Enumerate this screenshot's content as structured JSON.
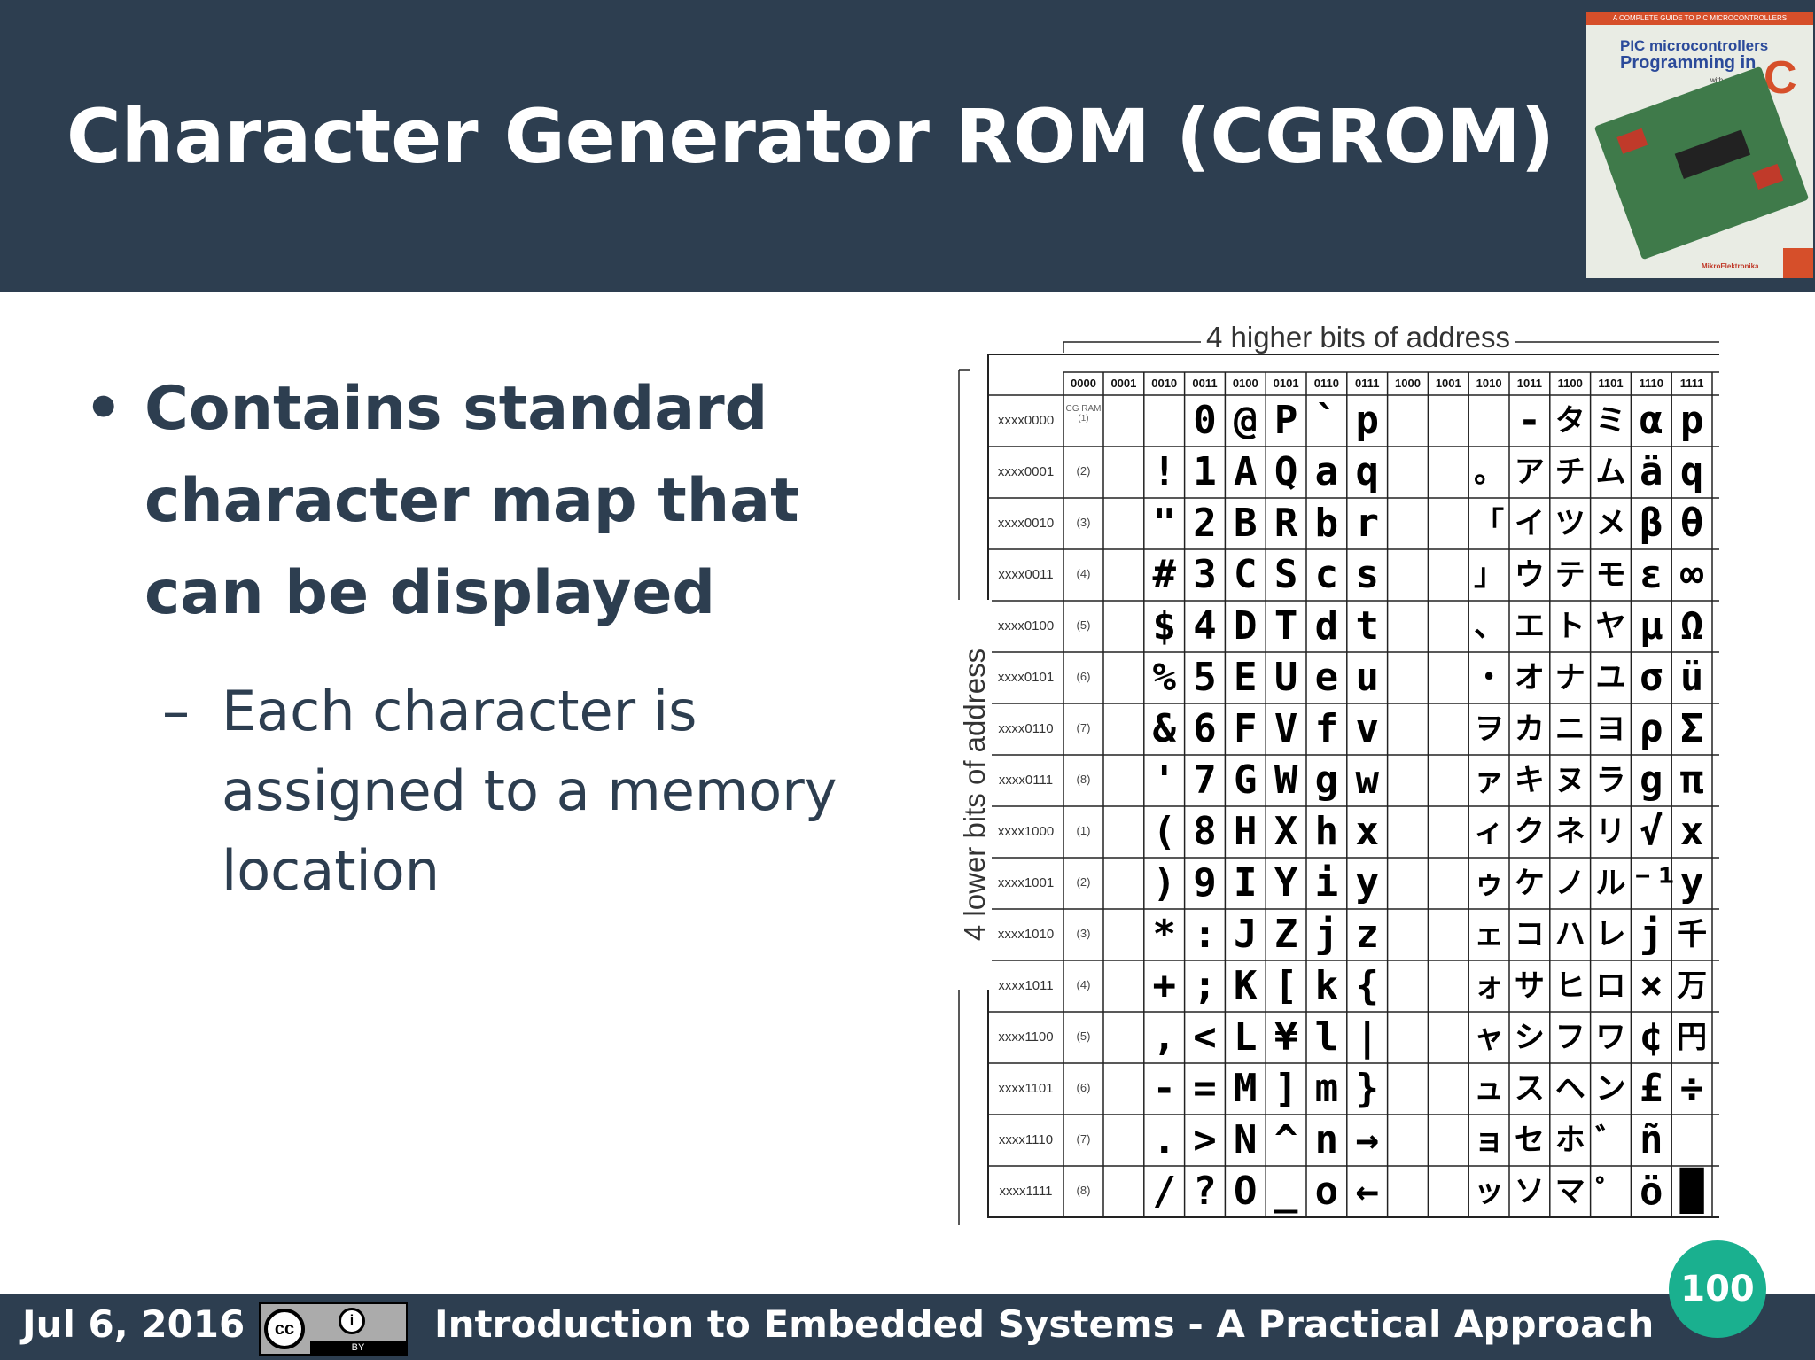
{
  "slide": {
    "title": "Character Generator ROM (CGROM)",
    "bullets": [
      {
        "text": "Contains standard character map that can be displayed",
        "sub": [
          "Each character is assigned to a memory location"
        ]
      }
    ]
  },
  "book_cover": {
    "top_line": "A COMPLETE GUIDE TO PIC MICROCONTROLLERS",
    "line1": "PIC microcontrollers",
    "line2": "Programming in",
    "letter": "C",
    "line3": "with examples",
    "brand": "MikroElektronika"
  },
  "cgrom_table": {
    "higher_label": "4 higher bits of address",
    "lower_label": "4 lower bits of address",
    "columns": [
      "0000",
      "0001",
      "0010",
      "0011",
      "0100",
      "0101",
      "0110",
      "0111",
      "1000",
      "1001",
      "1010",
      "1011",
      "1100",
      "1101",
      "1110",
      "1111"
    ],
    "rows": [
      "xxxx0000",
      "xxxx0001",
      "xxxx0010",
      "xxxx0011",
      "xxxx0100",
      "xxxx0101",
      "xxxx0110",
      "xxxx0111",
      "xxxx1000",
      "xxxx1001",
      "xxxx1010",
      "xxxx1011",
      "xxxx1100",
      "xxxx1101",
      "xxxx1110",
      "xxxx1111"
    ],
    "cgram_cell": "CG RAM (1)",
    "bank_labels": [
      "",
      "(2)",
      "(3)",
      "(4)",
      "(5)",
      "(6)",
      "(7)",
      "(8)",
      "(1)",
      "(2)",
      "(3)",
      "(4)",
      "(5)",
      "(6)",
      "(7)",
      "(8)"
    ],
    "cells": [
      [
        "",
        " ",
        "0",
        "@",
        "P",
        "`",
        "p",
        "",
        "",
        " ",
        "-",
        "タ",
        "ミ",
        "α",
        "p"
      ],
      [
        "",
        "!",
        "1",
        "A",
        "Q",
        "a",
        "q",
        "",
        "",
        "。",
        "ア",
        "チ",
        "ム",
        "ä",
        "q"
      ],
      [
        "",
        "\"",
        "2",
        "B",
        "R",
        "b",
        "r",
        "",
        "",
        "「",
        "イ",
        "ツ",
        "メ",
        "β",
        "θ"
      ],
      [
        "",
        "#",
        "3",
        "C",
        "S",
        "c",
        "s",
        "",
        "",
        "」",
        "ウ",
        "テ",
        "モ",
        "ε",
        "∞"
      ],
      [
        "",
        "$",
        "4",
        "D",
        "T",
        "d",
        "t",
        "",
        "",
        "、",
        "エ",
        "ト",
        "ヤ",
        "μ",
        "Ω"
      ],
      [
        "",
        "%",
        "5",
        "E",
        "U",
        "e",
        "u",
        "",
        "",
        "・",
        "オ",
        "ナ",
        "ユ",
        "σ",
        "ü"
      ],
      [
        "",
        "&",
        "6",
        "F",
        "V",
        "f",
        "v",
        "",
        "",
        "ヲ",
        "カ",
        "ニ",
        "ヨ",
        "ρ",
        "Σ"
      ],
      [
        "",
        "'",
        "7",
        "G",
        "W",
        "g",
        "w",
        "",
        "",
        "ァ",
        "キ",
        "ヌ",
        "ラ",
        "g",
        "π"
      ],
      [
        "",
        "(",
        "8",
        "H",
        "X",
        "h",
        "x",
        "",
        "",
        "ィ",
        "ク",
        "ネ",
        "リ",
        "√",
        "x"
      ],
      [
        "",
        ")",
        "9",
        "I",
        "Y",
        "i",
        "y",
        "",
        "",
        "ゥ",
        "ケ",
        "ノ",
        "ル",
        "⁻¹",
        "y"
      ],
      [
        "",
        "*",
        ":",
        "J",
        "Z",
        "j",
        "z",
        "",
        "",
        "ェ",
        "コ",
        "ハ",
        "レ",
        "j",
        "千"
      ],
      [
        "",
        "+",
        ";",
        "K",
        "[",
        "k",
        "{",
        "",
        "",
        "ォ",
        "サ",
        "ヒ",
        "ロ",
        "×",
        "万"
      ],
      [
        "",
        ",",
        "<",
        "L",
        "¥",
        "l",
        "|",
        "",
        "",
        "ャ",
        "シ",
        "フ",
        "ワ",
        "¢",
        "円"
      ],
      [
        "",
        "-",
        "=",
        "M",
        "]",
        "m",
        "}",
        "",
        "",
        "ュ",
        "ス",
        "ヘ",
        "ン",
        "£",
        "÷"
      ],
      [
        "",
        ".",
        ">",
        "N",
        "^",
        "n",
        "→",
        "",
        "",
        "ョ",
        "セ",
        "ホ",
        "゛",
        "ñ",
        ""
      ],
      [
        "",
        "/",
        "?",
        "O",
        "_",
        "o",
        "←",
        "",
        "",
        "ッ",
        "ソ",
        "マ",
        "゜",
        "ö",
        "█"
      ]
    ]
  },
  "footer": {
    "date": "Jul 6, 2016",
    "license_cc": "cc",
    "license_by": "BY",
    "course": "Introduction to Embedded Systems - A Practical Approach",
    "page_number": "100"
  },
  "colors": {
    "header_bg": "#2d3e50",
    "text_dark": "#2d3e50",
    "badge": "#1ab08f"
  }
}
